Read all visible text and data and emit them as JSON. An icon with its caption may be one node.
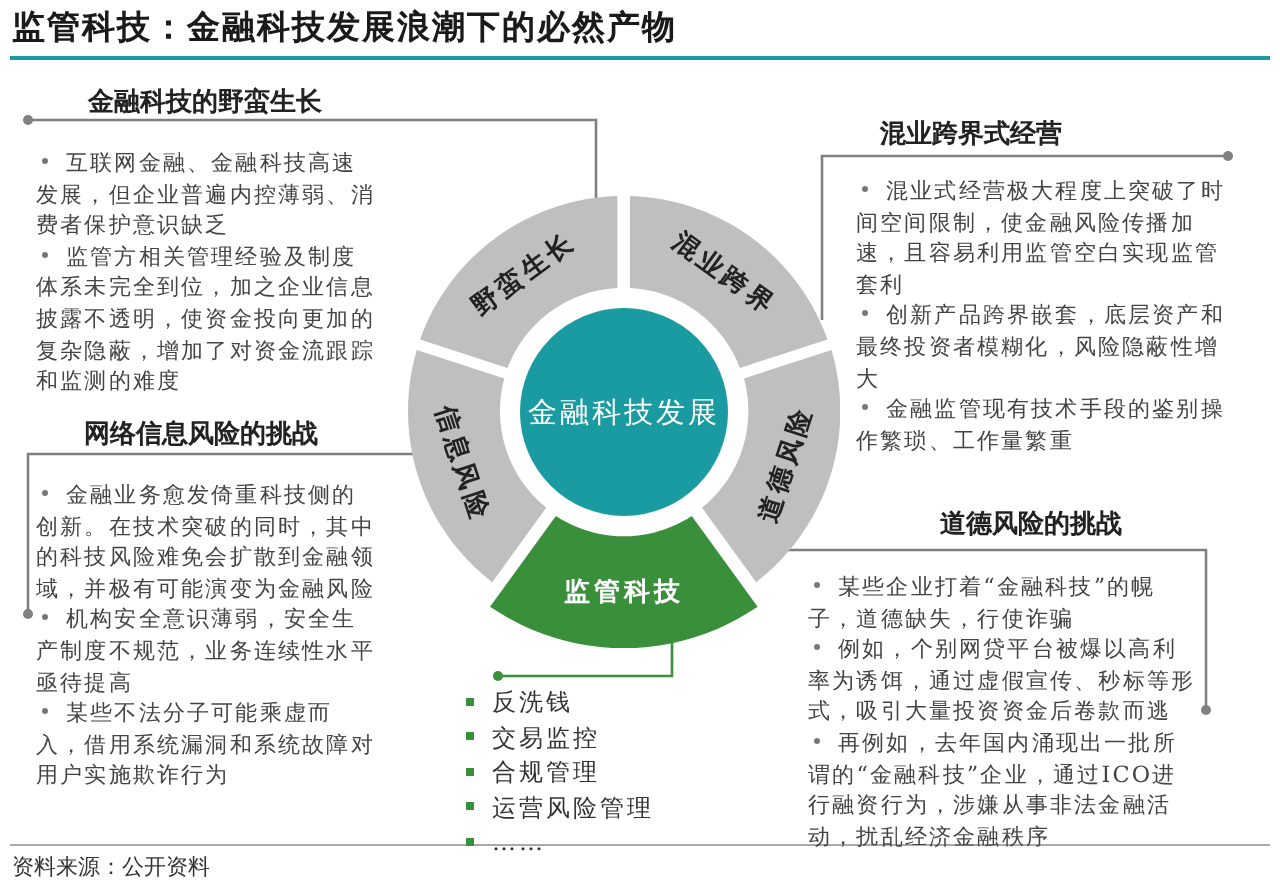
{
  "diagram": {
    "title": "监管科技：金融科技发展浪潮下的必然产物",
    "nodes": [
      {
        "text": [
          "金融科技发展"
        ]
      },
      {
        "text": [
          "野蛮生长"
        ]
      },
      {
        "text": [
          "混业跨界"
        ]
      },
      {
        "text": [
          "道德风险"
        ]
      },
      {
        "text": [
          "监管科技"
        ]
      },
      {
        "text": [
          "信息风险"
        ]
      },
      {
        "text": [
          "金融科技的野蛮生长",
          "互联网金融、金融科技高速发展，但企业普遍内控薄弱、消费者保护意识缺乏",
          "监管方相关管理经验及制度体系未完全到位，加之企业信息披露不透明，使资金投向更加的复杂隐蔽，增加了对资金流跟踪和监测的难度"
        ]
      },
      {
        "text": [
          "混业跨界式经营",
          "混业式经营极大程度上突破了时间空间限制，使金融风险传播加速，且容易利用监管空白实现监管套利",
          "创新产品跨界嵌套，底层资产和最终投资者模糊化，风险隐蔽性增大",
          "金融监管现有技术手段的鉴别操作繁琐、工作量繁重"
        ]
      },
      {
        "text": [
          "网络信息风险的挑战",
          "金融业务愈发倚重科技侧的创新。在技术突破的同时，其中的科技风险难免会扩散到金融领域，并极有可能演变为金融风险",
          "机构安全意识薄弱，安全生产制度不规范，业务连续性水平亟待提高",
          "某些不法分子可能乘虚而入，借用系统漏洞和系统故障对用户实施欺诈行为"
        ]
      },
      {
        "text": [
          "道德风险的挑战",
          "某些企业打着“金融科技”的幌子，道德缺失，行使诈骗",
          "例如，个别网贷平台被爆以高利率为诱饵，通过虚假宣传、秒标等形式，吸引大量投资资金后卷款而逃",
          "再例如，去年国内涌现出一批所谓的“金融科技”企业，通过ICO进行融资行为，涉嫌从事非法金融活动，扰乱经济金融秩序"
        ]
      },
      {
        "text": [
          "反洗钱",
          "交易监控",
          "合规管理",
          "运营风险管理",
          "……"
        ]
      }
    ],
    "edges": [
      {
        "from": 1,
        "to": 6,
        "arrow": "other"
      },
      {
        "from": 2,
        "to": 7,
        "arrow": "other"
      },
      {
        "from": 5,
        "to": 8,
        "arrow": "other"
      },
      {
        "from": 3,
        "to": 9,
        "arrow": "other"
      },
      {
        "from": 4,
        "to": 10,
        "arrow": "other",
        "color": "#3a8f3a"
      }
    ],
    "labels": [
      "资料来源：公开资料"
    ]
  }
}
